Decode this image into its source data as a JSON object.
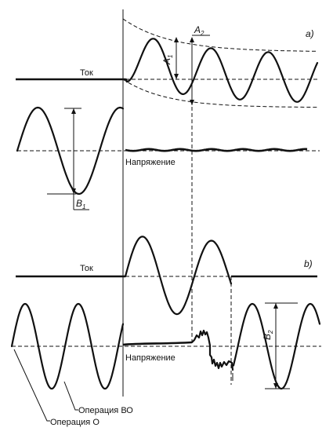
{
  "panel_a": {
    "letter": "a)",
    "current_label": "Ток",
    "voltage_label": "Напряжение",
    "a1": {
      "base": "A",
      "sub": "1"
    },
    "a2": {
      "base": "A",
      "sub": "2"
    },
    "b1": {
      "base": "B",
      "sub": "1"
    }
  },
  "panel_b": {
    "letter": "b)",
    "current_label": "Ток",
    "voltage_label": "Напряжение",
    "b2": {
      "base": "B",
      "sub": "2"
    },
    "op_vo": "Операция ВО",
    "op_o": "Операция О"
  }
}
